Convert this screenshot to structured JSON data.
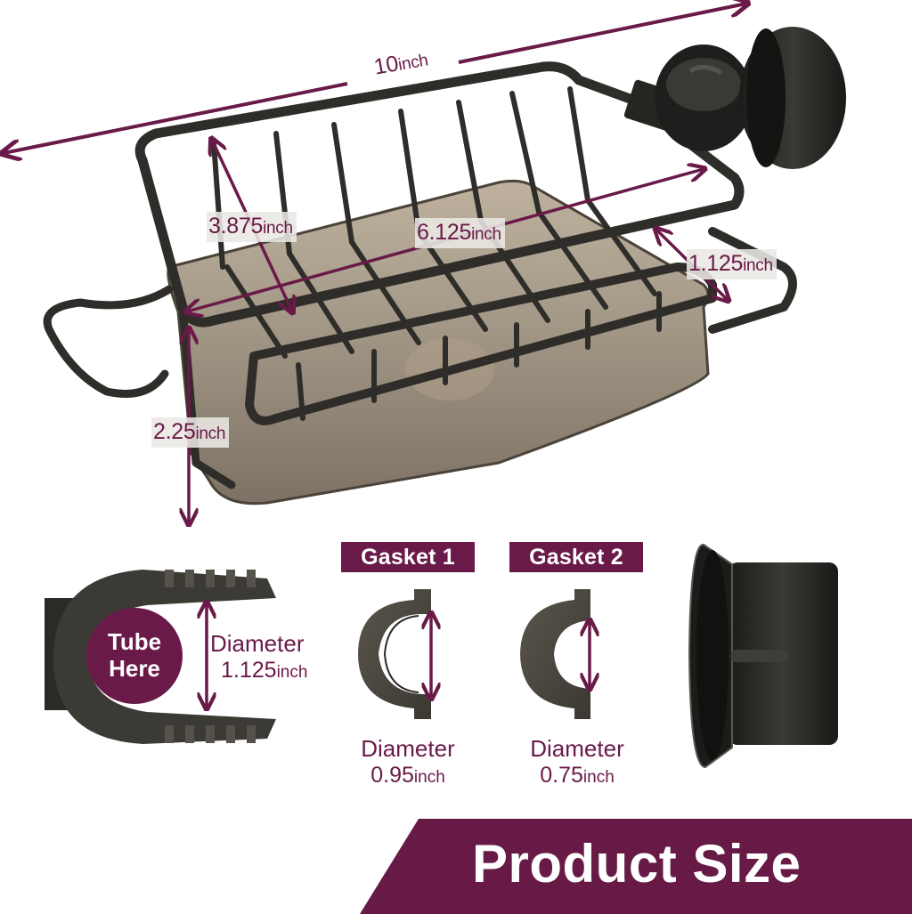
{
  "colors": {
    "accent": "#6a1a48",
    "banner": "#661a45",
    "product_dark": "#2b2a27",
    "tray_translucent": "#8a7a62",
    "label_box": "#ebe8e4",
    "background": "#ffffff"
  },
  "dimensions": {
    "length": {
      "value": "10",
      "unit": "inch"
    },
    "depth": {
      "value": "3.875",
      "unit": "inch"
    },
    "tray_length": {
      "value": "6.125",
      "unit": "inch"
    },
    "gap": {
      "value": "1.125",
      "unit": "inch"
    },
    "height": {
      "value": "2.25",
      "unit": "inch"
    }
  },
  "clamp": {
    "circle_line1": "Tube",
    "circle_line2": "Here",
    "diameter_label": "Diameter",
    "diameter_value": "1.125",
    "diameter_unit": "inch"
  },
  "gaskets": [
    {
      "tag": "Gasket 1",
      "diameter_label": "Diameter",
      "diameter_value": "0.95",
      "diameter_unit": "inch"
    },
    {
      "tag": "Gasket 2",
      "diameter_label": "Diameter",
      "diameter_value": "0.75",
      "diameter_unit": "inch"
    }
  ],
  "banner": {
    "title": "Product Size"
  }
}
